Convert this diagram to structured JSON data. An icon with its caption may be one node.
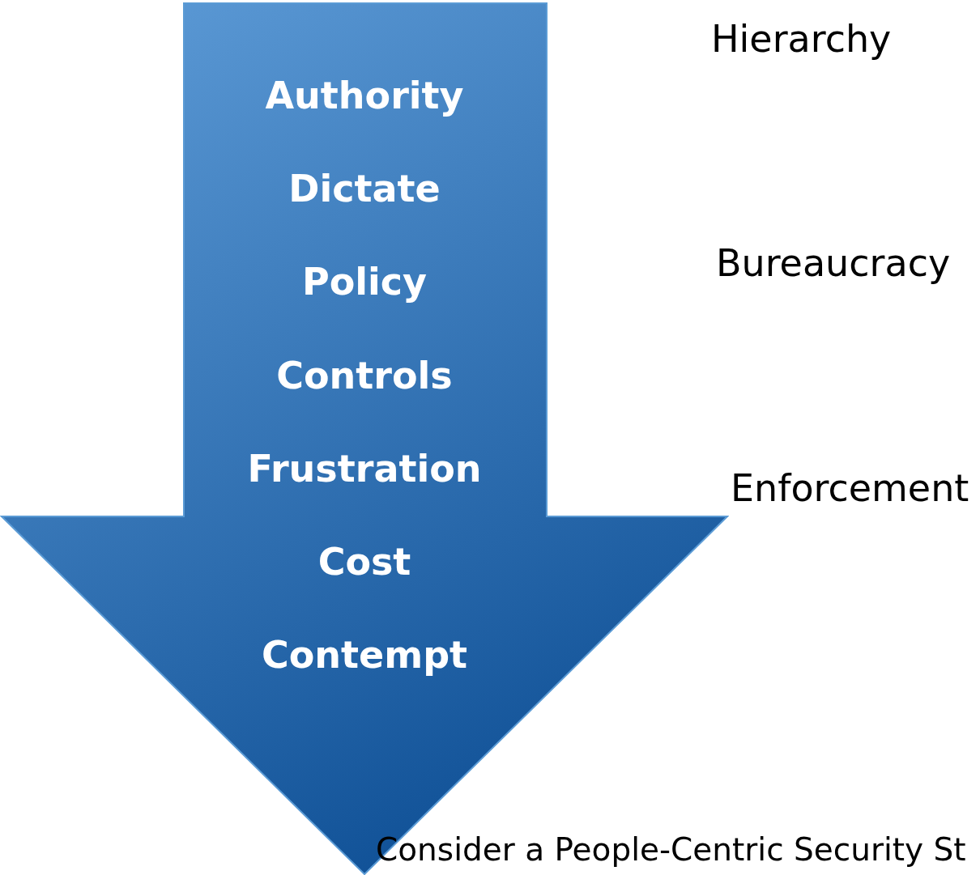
{
  "diagram": {
    "nodes": [
      {
        "text": [
          "Authority",
          "Dictate",
          "Policy",
          "Controls",
          "Frustration",
          "Cost",
          "Contempt"
        ]
      }
    ],
    "labels": [
      "Hierarchy",
      "Bureaucracy",
      "Enforcement",
      "Consider a People-Centric Security St"
    ]
  }
}
